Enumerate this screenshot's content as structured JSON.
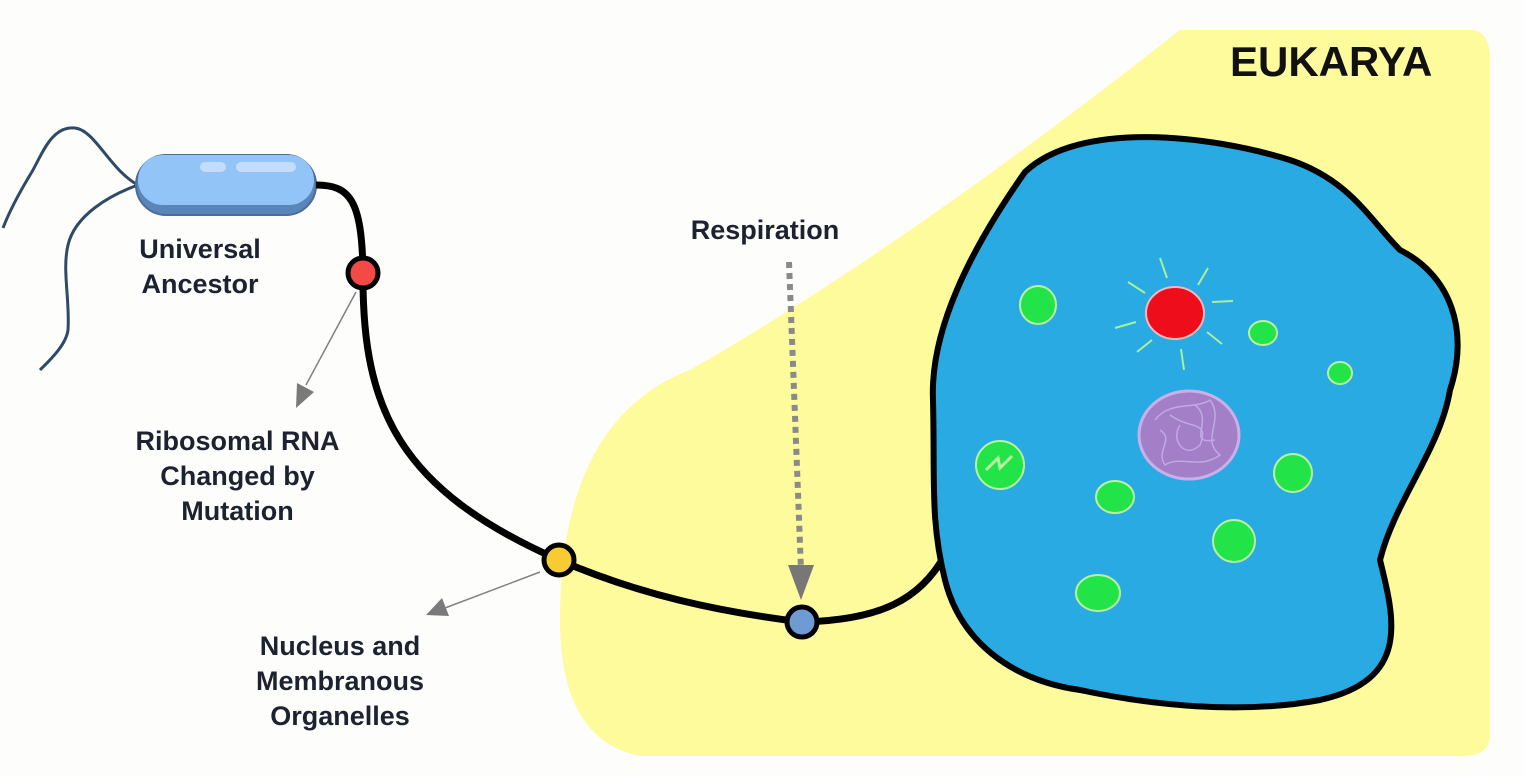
{
  "domain_title": "EUKARYA",
  "labels": {
    "ancestor": [
      "Universal",
      "Ancestor"
    ],
    "rna": [
      "Ribosomal RNA",
      "Changed by",
      "Mutation"
    ],
    "nucleus": [
      "Nucleus and",
      "Membranous",
      "Organelles"
    ],
    "respiration": "Respiration"
  },
  "colors": {
    "region": "#fdfb9c",
    "cell": "#2aaae2",
    "nucleus": "#a27fc6",
    "organelle": "#22e348",
    "red_organelle": "#ee0d1b",
    "dot_rna": "#f44a45",
    "dot_nucleus": "#f7cb32",
    "dot_respiration": "#6f9bd4",
    "bacterium": "#93c4f8"
  }
}
